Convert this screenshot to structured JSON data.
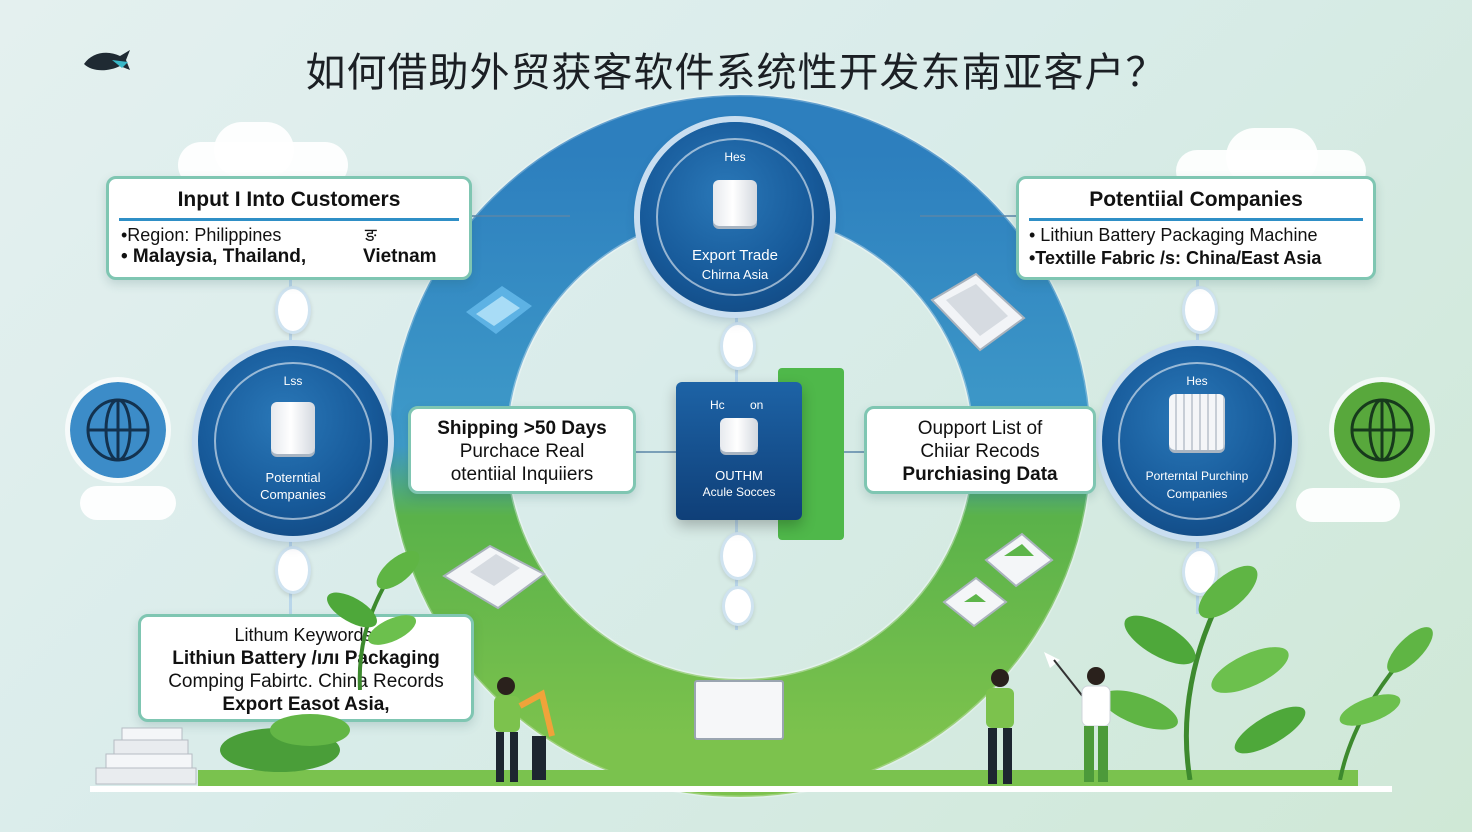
{
  "title": "如何借助外贸获客软件系统性开发东南亚客户？",
  "colors": {
    "blue_dark": "#0f3f74",
    "blue_mid": "#2a78b8",
    "green": "#6db33f",
    "card_border": "#7fc6b2"
  },
  "cards": {
    "input": {
      "title": "Input I Into Customers",
      "line1": "•Region: Philippines",
      "line1_mark": "ङ",
      "line2": "• Malaysia, Thailand,",
      "line2_tail": "Vietnam"
    },
    "potential": {
      "title": "Potentiial Companies",
      "line1": "• Lithiun Battery Packaging Machine",
      "line2": "•Textille Fabric /s: China/East Asia"
    },
    "shipping": {
      "line1": "Shipping >50 Days",
      "line2": "Purchace Real",
      "line3": "otentiial Inquiiers"
    },
    "output": {
      "line1": "Oupport List of",
      "line2": "Chiiar Recods",
      "line3": "Purchiasing Data"
    },
    "keywords": {
      "line1": "Lithum Keywords:",
      "line2": "Lithiun Battery /ıлı Packaging",
      "line3": "Comping Fabirtc. China Records",
      "line4": "Export Easot Asia,"
    }
  },
  "nodes": {
    "top": {
      "small": "Hes",
      "line1": "Export Trade",
      "line2": "Chirna Asia"
    },
    "left": {
      "small": "Lss",
      "line1": "Poterntial",
      "line2": "Companies"
    },
    "right": {
      "small": "Hes",
      "line1": "Porterntal Purchinp",
      "line2": "Companies"
    }
  },
  "center_box": {
    "top_left": "Hc",
    "top_right": "on",
    "line1": "OUTHM",
    "line2": "Acule Socces"
  },
  "icons": [
    "logo-icon",
    "globe-icon",
    "server-icon",
    "document-icon",
    "leaf-icon",
    "person-icon",
    "cloud-icon"
  ]
}
